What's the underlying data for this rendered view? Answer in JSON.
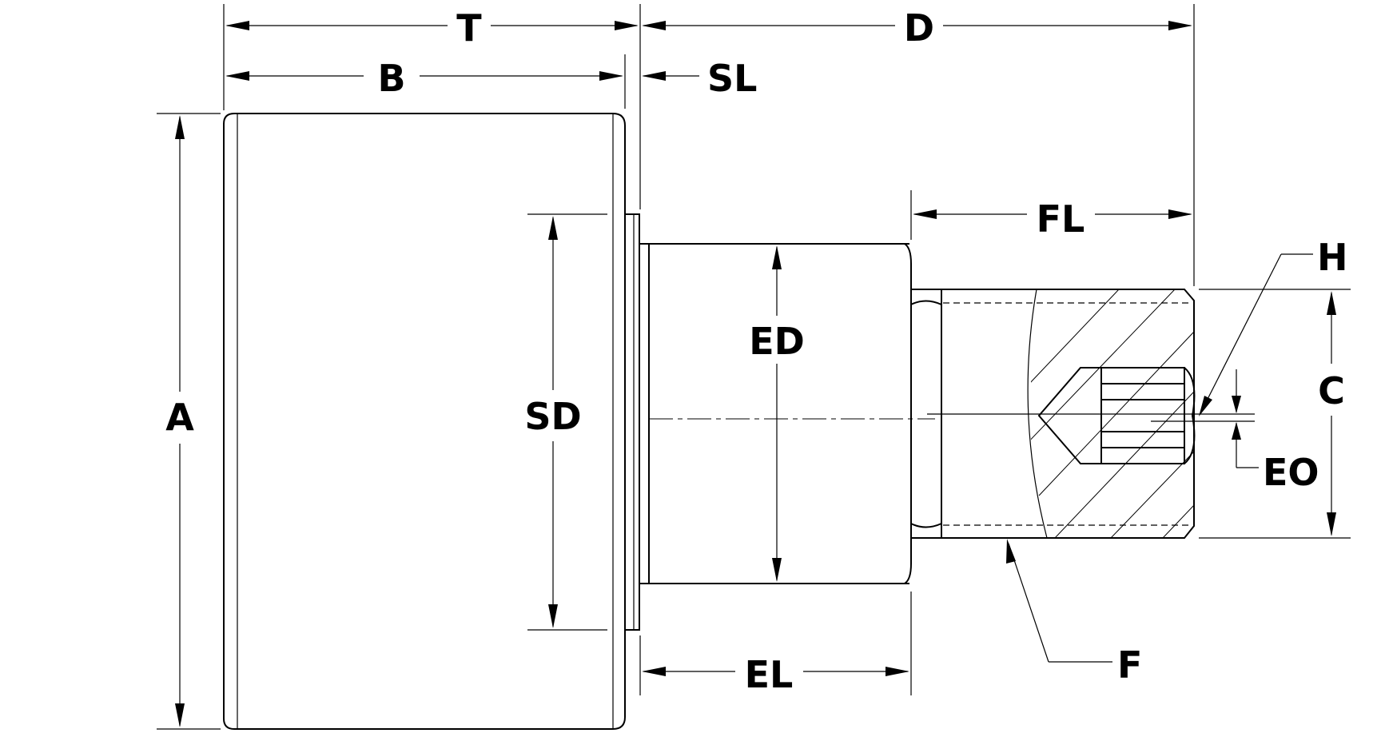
{
  "labels": {
    "T": "T",
    "D": "D",
    "B": "B",
    "SL": "SL",
    "A": "A",
    "SD": "SD",
    "ED": "ED",
    "FL": "FL",
    "H": "H",
    "C": "C",
    "EO": "EO",
    "EL": "EL",
    "F": "F"
  }
}
